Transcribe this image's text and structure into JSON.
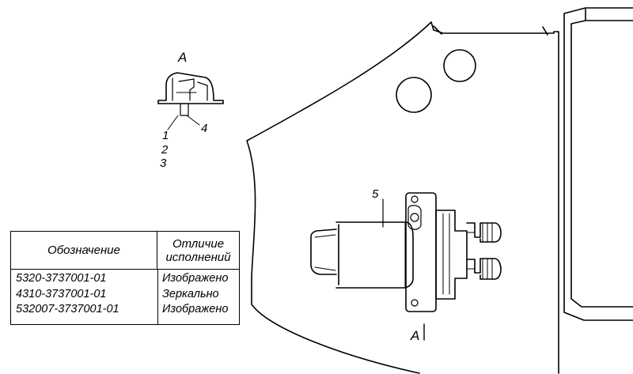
{
  "view_label": "A",
  "section_label": "A",
  "callouts": [
    "1",
    "2",
    "3",
    "4",
    "5"
  ],
  "table": {
    "headers": [
      "Обозначение",
      "Отличие исполнений"
    ],
    "rows": [
      {
        "designation": "5320-3737001-01",
        "variant": "Изображено"
      },
      {
        "designation": "4310-3737001-01",
        "variant": "Зеркально"
      },
      {
        "designation": "532007-3737001-01",
        "variant": "Изображено"
      }
    ]
  }
}
